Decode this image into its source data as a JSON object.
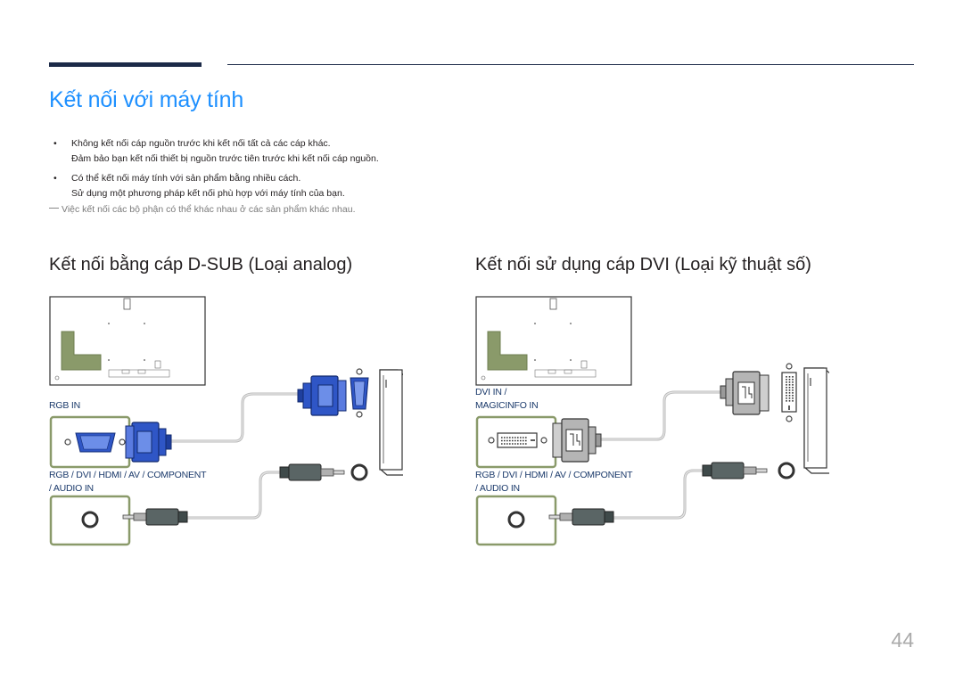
{
  "page": {
    "title": "Kết nối với máy tính",
    "page_number": "44"
  },
  "notes": {
    "bullets": [
      {
        "line1": "Không kết nối cáp nguồn trước khi kết nối tất cả các cáp khác.",
        "line2": "Đảm bảo bạn kết nối thiết bị nguồn trước tiên trước khi kết nối cáp nguồn."
      },
      {
        "line1": "Có thể kết nối máy tính với sản phẩm bằng nhiều cách.",
        "line2": "Sử dụng một phương pháp kết nối phù hợp với máy tính của bạn."
      }
    ],
    "bullet_symbol": "•",
    "footnote": "Việc kết nối các bộ phận có thể khác nhau ở các sản phẩm khác nhau."
  },
  "sections": {
    "dsub": {
      "title": "Kết nối bằng cáp D-SUB (Loại analog)",
      "port_label": "RGB IN",
      "audio_label_line1": "RGB / DVI / HDMI / AV / COMPONENT",
      "audio_label_line2": "/ AUDIO IN"
    },
    "dvi": {
      "title": "Kết nối sử dụng cáp DVI (Loại kỹ thuật số)",
      "port_label_line1": "DVI IN /",
      "port_label_line2": "MAGICINFO IN",
      "audio_label_line1": "RGB / DVI / HDMI / AV / COMPONENT",
      "audio_label_line2": "/ AUDIO IN"
    }
  },
  "colors": {
    "title_blue": "#1e90ff",
    "header_rule": "#1c2a48",
    "port_label": "#1b3a6b",
    "highlight_green": "#8a9a6a",
    "vga_blue": "#2f56c6",
    "dvi_gray": "#b5b5b5"
  },
  "icons": [
    "monitor-back-panel",
    "vga-port-icon",
    "vga-connector-icon",
    "dvi-port-icon",
    "dvi-connector-icon",
    "audio-jack-icon",
    "audio-plug-icon",
    "pc-tower-icon"
  ]
}
